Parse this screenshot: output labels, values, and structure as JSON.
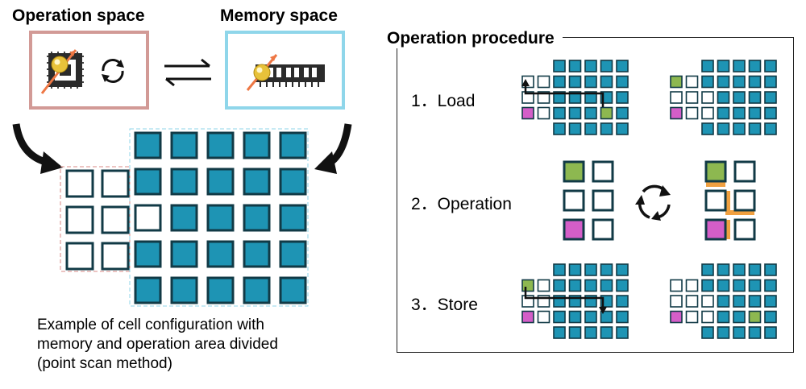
{
  "colors": {
    "teal": "#1e94b4",
    "dark": "#113a46",
    "green": "#8db850",
    "magenta": "#d45ec8",
    "orange": "#f0a040",
    "op_border": "#d29a96",
    "mem_border": "#8fd6ea"
  },
  "header": {
    "operation_space": "Operation space",
    "memory_space": "Memory space"
  },
  "icons": {
    "cpu": "cpu-chip-icon",
    "cycle": "cycle-arrows-icon",
    "swap": "swap-arrows-icon",
    "ram": "memory-module-icon",
    "curved_arrow": "curved-arrow-icon"
  },
  "caption": {
    "line1": "Example of cell configuration with",
    "line2": "memory and operation area divided",
    "line3": "(point scan method)"
  },
  "procedure": {
    "title": "Operation procedure",
    "steps": [
      {
        "label": "1．Load"
      },
      {
        "label": "2．Operation"
      },
      {
        "label": "3．Store"
      }
    ]
  }
}
